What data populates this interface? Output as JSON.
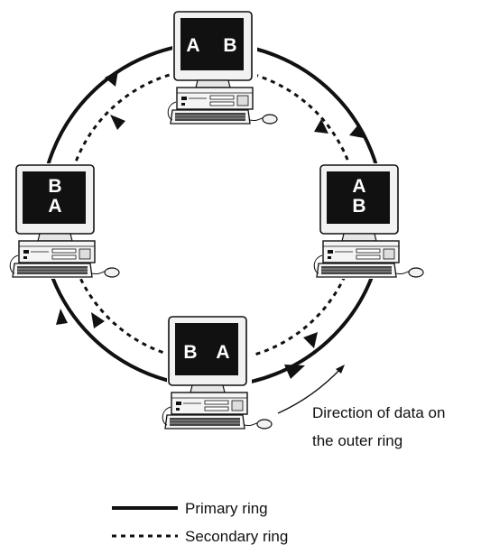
{
  "nodes": [
    {
      "id": "top",
      "labels": [
        "A",
        "B"
      ]
    },
    {
      "id": "right",
      "labels": [
        "A",
        "B"
      ]
    },
    {
      "id": "bottom",
      "labels": [
        "B",
        "A"
      ]
    },
    {
      "id": "left",
      "labels": [
        "B",
        "A"
      ]
    }
  ],
  "annotation": {
    "line1": "Direction of data on",
    "line2": "the outer ring"
  },
  "legend": {
    "primary": "Primary ring",
    "secondary": "Secondary ring"
  },
  "colors": {
    "ink": "#111111",
    "screen": "#111111",
    "case": "#f2f2f2"
  }
}
